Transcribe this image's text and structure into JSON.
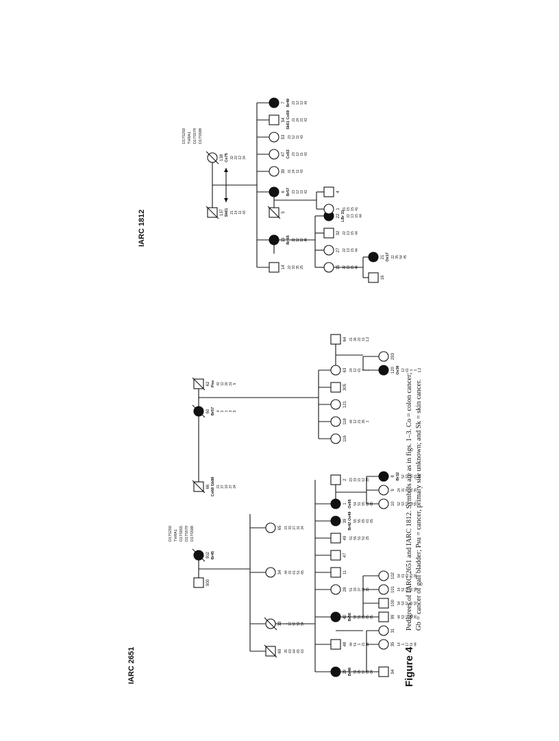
{
  "figure": {
    "label": "Figure 4",
    "caption": "Pedigrees of IARC 2651 and IARC 1812. Symbols are as in figs. 1–3. Co = colon cancer; Gb = cancer of gall bladder; Psu = cancer, primary site unknown; and Sk = skin cancer."
  },
  "pedigrees": [
    {
      "name": "IARC 2651",
      "markers": [
        "D17S250",
        "THRA1",
        "D17S855",
        "D17S579",
        "D17S588"
      ],
      "nodes": [
        {
          "id": "900",
          "sex": "M",
          "status": "unaffected",
          "deceased": false,
          "haplotype": []
        },
        {
          "id": "902",
          "sex": "F",
          "status": "affected",
          "deceased": true,
          "diagnosis": "Br45",
          "haplotype": []
        },
        {
          "id": "66",
          "sex": "M",
          "status": "unaffected",
          "deceased": true,
          "diagnosis": "Co68 Gb88",
          "haplotype": [
            "21",
            "37",
            "18",
            "37",
            "34"
          ]
        },
        {
          "id": "60",
          "sex": "F",
          "status": "affected",
          "deceased": true,
          "diagnosis": "Br57",
          "haplotype": [
            "4",
            "2",
            "1",
            "3",
            "5"
          ]
        },
        {
          "id": "62",
          "sex": "M",
          "status": "unaffected",
          "deceased": true,
          "diagnosis": "Psu",
          "haplotype": [
            "42",
            "11",
            "26",
            "31",
            "5"
          ]
        },
        {
          "id": "69",
          "sex": "M",
          "status": "unaffected",
          "deceased": true,
          "haplotype": [
            "35",
            "63",
            "64",
            "65",
            "63"
          ]
        },
        {
          "id": "33",
          "sex": "F",
          "status": "unaffected",
          "deceased": true,
          "haplotype": [
            "1",
            "17",
            "57",
            "53",
            "54"
          ]
        },
        {
          "id": "34",
          "sex": "F",
          "status": "unaffected",
          "deceased": false,
          "haplotype": [
            "44",
            "31",
            "61",
            "51",
            "65"
          ]
        },
        {
          "id": "65",
          "sex": "F",
          "status": "unaffected",
          "deceased": false,
          "haplotype": [
            "21",
            "33",
            "27",
            "31",
            "34"
          ]
        },
        {
          "id": "29",
          "sex": "F",
          "status": "affected",
          "deceased": false,
          "diagnosis": "Br48",
          "haplotype": [
            "51",
            "65",
            "57",
            "61",
            "64"
          ]
        },
        {
          "id": "48",
          "sex": "M",
          "status": "unaffected",
          "deceased": false,
          "haplotype": [
            "44",
            "51",
            "1",
            "21",
            "26"
          ]
        },
        {
          "id": "40",
          "sex": "F",
          "status": "affected",
          "deceased": false,
          "diagnosis": "Br56",
          "haplotype": [
            "54",
            "51",
            "65",
            "65",
            "65"
          ]
        },
        {
          "id": "28",
          "sex": "F",
          "status": "unaffected",
          "deceased": false,
          "haplotype": [
            "51",
            "33",
            "37",
            "31",
            "15"
          ]
        },
        {
          "id": "11",
          "sex": "M",
          "status": "unaffected",
          "deceased": false,
          "haplotype": []
        },
        {
          "id": "47",
          "sex": "M",
          "status": "unaffected",
          "deceased": false,
          "haplotype": []
        },
        {
          "id": "49",
          "sex": "M",
          "status": "unaffected",
          "deceased": false,
          "haplotype": [
            "51",
            "55",
            "51",
            "51",
            "25"
          ]
        },
        {
          "id": "39",
          "sex": "F",
          "status": "affected",
          "deceased": false,
          "diagnosis": "Br42 Ov49",
          "haplotype": [
            "55",
            "55",
            "65",
            "61",
            "65"
          ]
        },
        {
          "id": "1",
          "sex": "F",
          "status": "affected",
          "deceased": false,
          "diagnosis": "Ov65",
          "haplotype": [
            "54",
            "51",
            "55",
            "61",
            "65"
          ]
        },
        {
          "id": "2",
          "sex": "M",
          "status": "unaffected",
          "deceased": false,
          "haplotype": [
            "23",
            "33",
            "21",
            "12",
            "35"
          ]
        },
        {
          "id": "116",
          "sex": "F",
          "status": "unaffected",
          "deceased": false,
          "haplotype": []
        },
        {
          "id": "118",
          "sex": "F",
          "status": "unaffected",
          "deceased": false,
          "haplotype": [
            "44",
            "12",
            "21",
            "35",
            "1"
          ]
        },
        {
          "id": "121",
          "sex": "F",
          "status": "unaffected",
          "deceased": false,
          "haplotype": []
        },
        {
          "id": "305",
          "sex": "M",
          "status": "unaffected",
          "deceased": false,
          "haplotype": []
        },
        {
          "id": "63",
          "sex": "F",
          "status": "unaffected",
          "deceased": false,
          "haplotype": [
            "24",
            "12",
            "61",
            "1",
            "1"
          ]
        },
        {
          "id": "64",
          "sex": "M",
          "status": "unaffected",
          "deceased": false,
          "haplotype": [
            "21",
            "36",
            "22",
            "11",
            "1,2"
          ]
        },
        {
          "id": "94",
          "sex": "M",
          "status": "unaffected",
          "deceased": false,
          "haplotype": []
        },
        {
          "id": "35",
          "sex": "F",
          "status": "unaffected",
          "deceased": false,
          "haplotype": [
            "14",
            "1",
            "17",
            "11",
            "44"
          ]
        },
        {
          "id": "31",
          "sex": "F",
          "status": "unaffected",
          "deceased": false,
          "haplotype": []
        },
        {
          "id": "99",
          "sex": "M",
          "status": "unaffected",
          "deceased": false,
          "haplotype": [
            "44",
            "53",
            "57",
            "61",
            "26"
          ]
        },
        {
          "id": "100",
          "sex": "M",
          "status": "unaffected",
          "deceased": false,
          "haplotype": [
            "54",
            "53",
            "57",
            "62",
            "52"
          ]
        },
        {
          "id": "101",
          "sex": "F",
          "status": "unaffected",
          "deceased": false,
          "haplotype": [
            "14",
            "51",
            "52",
            "51",
            "56"
          ]
        },
        {
          "id": "102",
          "sex": "F",
          "status": "unaffected",
          "deceased": false,
          "haplotype": [
            "54",
            "61",
            "61",
            "21",
            "26"
          ]
        },
        {
          "id": "10",
          "sex": "F",
          "status": "unaffected",
          "deceased": false,
          "haplotype": [
            "52",
            "53",
            "53",
            "61",
            "55"
          ]
        },
        {
          "id": "9",
          "sex": "F",
          "status": "unaffected",
          "deceased": false,
          "haplotype": [
            "24",
            "31",
            "25",
            "61",
            "35"
          ]
        },
        {
          "id": "8",
          "sex": "F",
          "status": "affected",
          "deceased": false,
          "diagnosis": "Br32",
          "haplotype": [
            "52",
            "53",
            "55",
            "61",
            "65"
          ]
        },
        {
          "id": "120",
          "sex": "F",
          "status": "affected",
          "deceased": false,
          "diagnosis": "Ov36",
          "haplotype": [
            "12",
            "61",
            "1",
            "1",
            "1,2"
          ]
        },
        {
          "id": "293",
          "sex": "F",
          "status": "unaffected",
          "deceased": false,
          "haplotype": []
        }
      ]
    },
    {
      "name": "IARC 1812",
      "markers": [
        "D17S250",
        "THRA1",
        "D17S579",
        "D17S588"
      ],
      "nodes": [
        {
          "id": "137",
          "sex": "M",
          "status": "unaffected",
          "deceased": true,
          "diagnosis": "Sk61",
          "haplotype": [
            "21",
            "14",
            "11",
            "43"
          ]
        },
        {
          "id": "138",
          "sex": "F",
          "status": "unaffected",
          "deceased": true,
          "diagnosis": "Co75",
          "haplotype": [
            "32",
            "22",
            "12",
            "34"
          ]
        },
        {
          "id": "13",
          "sex": "F",
          "status": "affected",
          "deceased": false,
          "diagnosis": "Br 65",
          "haplotype": [
            "22",
            "12",
            "12",
            "44"
          ]
        },
        {
          "id": "14",
          "sex": "M",
          "status": "unaffected",
          "deceased": false,
          "haplotype": [
            "22",
            "33",
            "35",
            "25"
          ]
        },
        {
          "id": "5",
          "sex": "M",
          "status": "unaffected",
          "deceased": true,
          "haplotype": []
        },
        {
          "id": "6",
          "sex": "F",
          "status": "affected",
          "deceased": false,
          "diagnosis": "Br57",
          "haplotype": [
            "23",
            "12",
            "11",
            "43"
          ]
        },
        {
          "id": "39",
          "sex": "F",
          "status": "unaffected",
          "deceased": false,
          "haplotype": [
            "31",
            "24",
            "11",
            "43"
          ]
        },
        {
          "id": "47",
          "sex": "F",
          "status": "unaffected",
          "deceased": false,
          "diagnosis": "Co53",
          "haplotype": [
            "23",
            "12",
            "11",
            "43"
          ]
        },
        {
          "id": "53",
          "sex": "F",
          "status": "unaffected",
          "deceased": false,
          "haplotype": [
            "23",
            "12",
            "11",
            "43"
          ]
        },
        {
          "id": "54",
          "sex": "M",
          "status": "unaffected",
          "deceased": false,
          "diagnosis": "Sk61 Co69",
          "haplotype": [
            "21",
            "24",
            "21",
            "43"
          ]
        },
        {
          "id": "7",
          "sex": "F",
          "status": "affected",
          "deceased": false,
          "diagnosis": "Br49",
          "haplotype": [
            "22",
            "12",
            "12",
            "44"
          ]
        },
        {
          "id": "15",
          "sex": "F",
          "status": "unaffected",
          "deceased": false,
          "haplotype": [
            "22",
            "13",
            "15",
            "44"
          ]
        },
        {
          "id": "27",
          "sex": "F",
          "status": "unaffected",
          "deceased": false,
          "haplotype": [
            "22",
            "13",
            "15",
            "44"
          ]
        },
        {
          "id": "32",
          "sex": "M",
          "status": "unaffected",
          "deceased": false,
          "haplotype": [
            "22",
            "13",
            "15",
            "44"
          ]
        },
        {
          "id": "22",
          "sex": "F",
          "status": "affected",
          "deceased": false,
          "diagnosis": "LBr 31",
          "haplotype": [
            "22",
            "13",
            "15",
            "44"
          ]
        },
        {
          "id": "16",
          "sex": "M",
          "status": "unaffected",
          "deceased": false,
          "haplotype": []
        },
        {
          "id": "21",
          "sex": "F",
          "status": "affected",
          "deceased": false,
          "diagnosis": "Ov17",
          "haplotype": [
            "22",
            "35",
            "54",
            "45"
          ]
        },
        {
          "id": "1",
          "sex": "F",
          "status": "unaffected",
          "deceased": false,
          "haplotype": [
            "21",
            "15",
            "15",
            "41"
          ]
        },
        {
          "id": "4",
          "sex": "M",
          "status": "unaffected",
          "deceased": false,
          "haplotype": []
        }
      ]
    }
  ]
}
